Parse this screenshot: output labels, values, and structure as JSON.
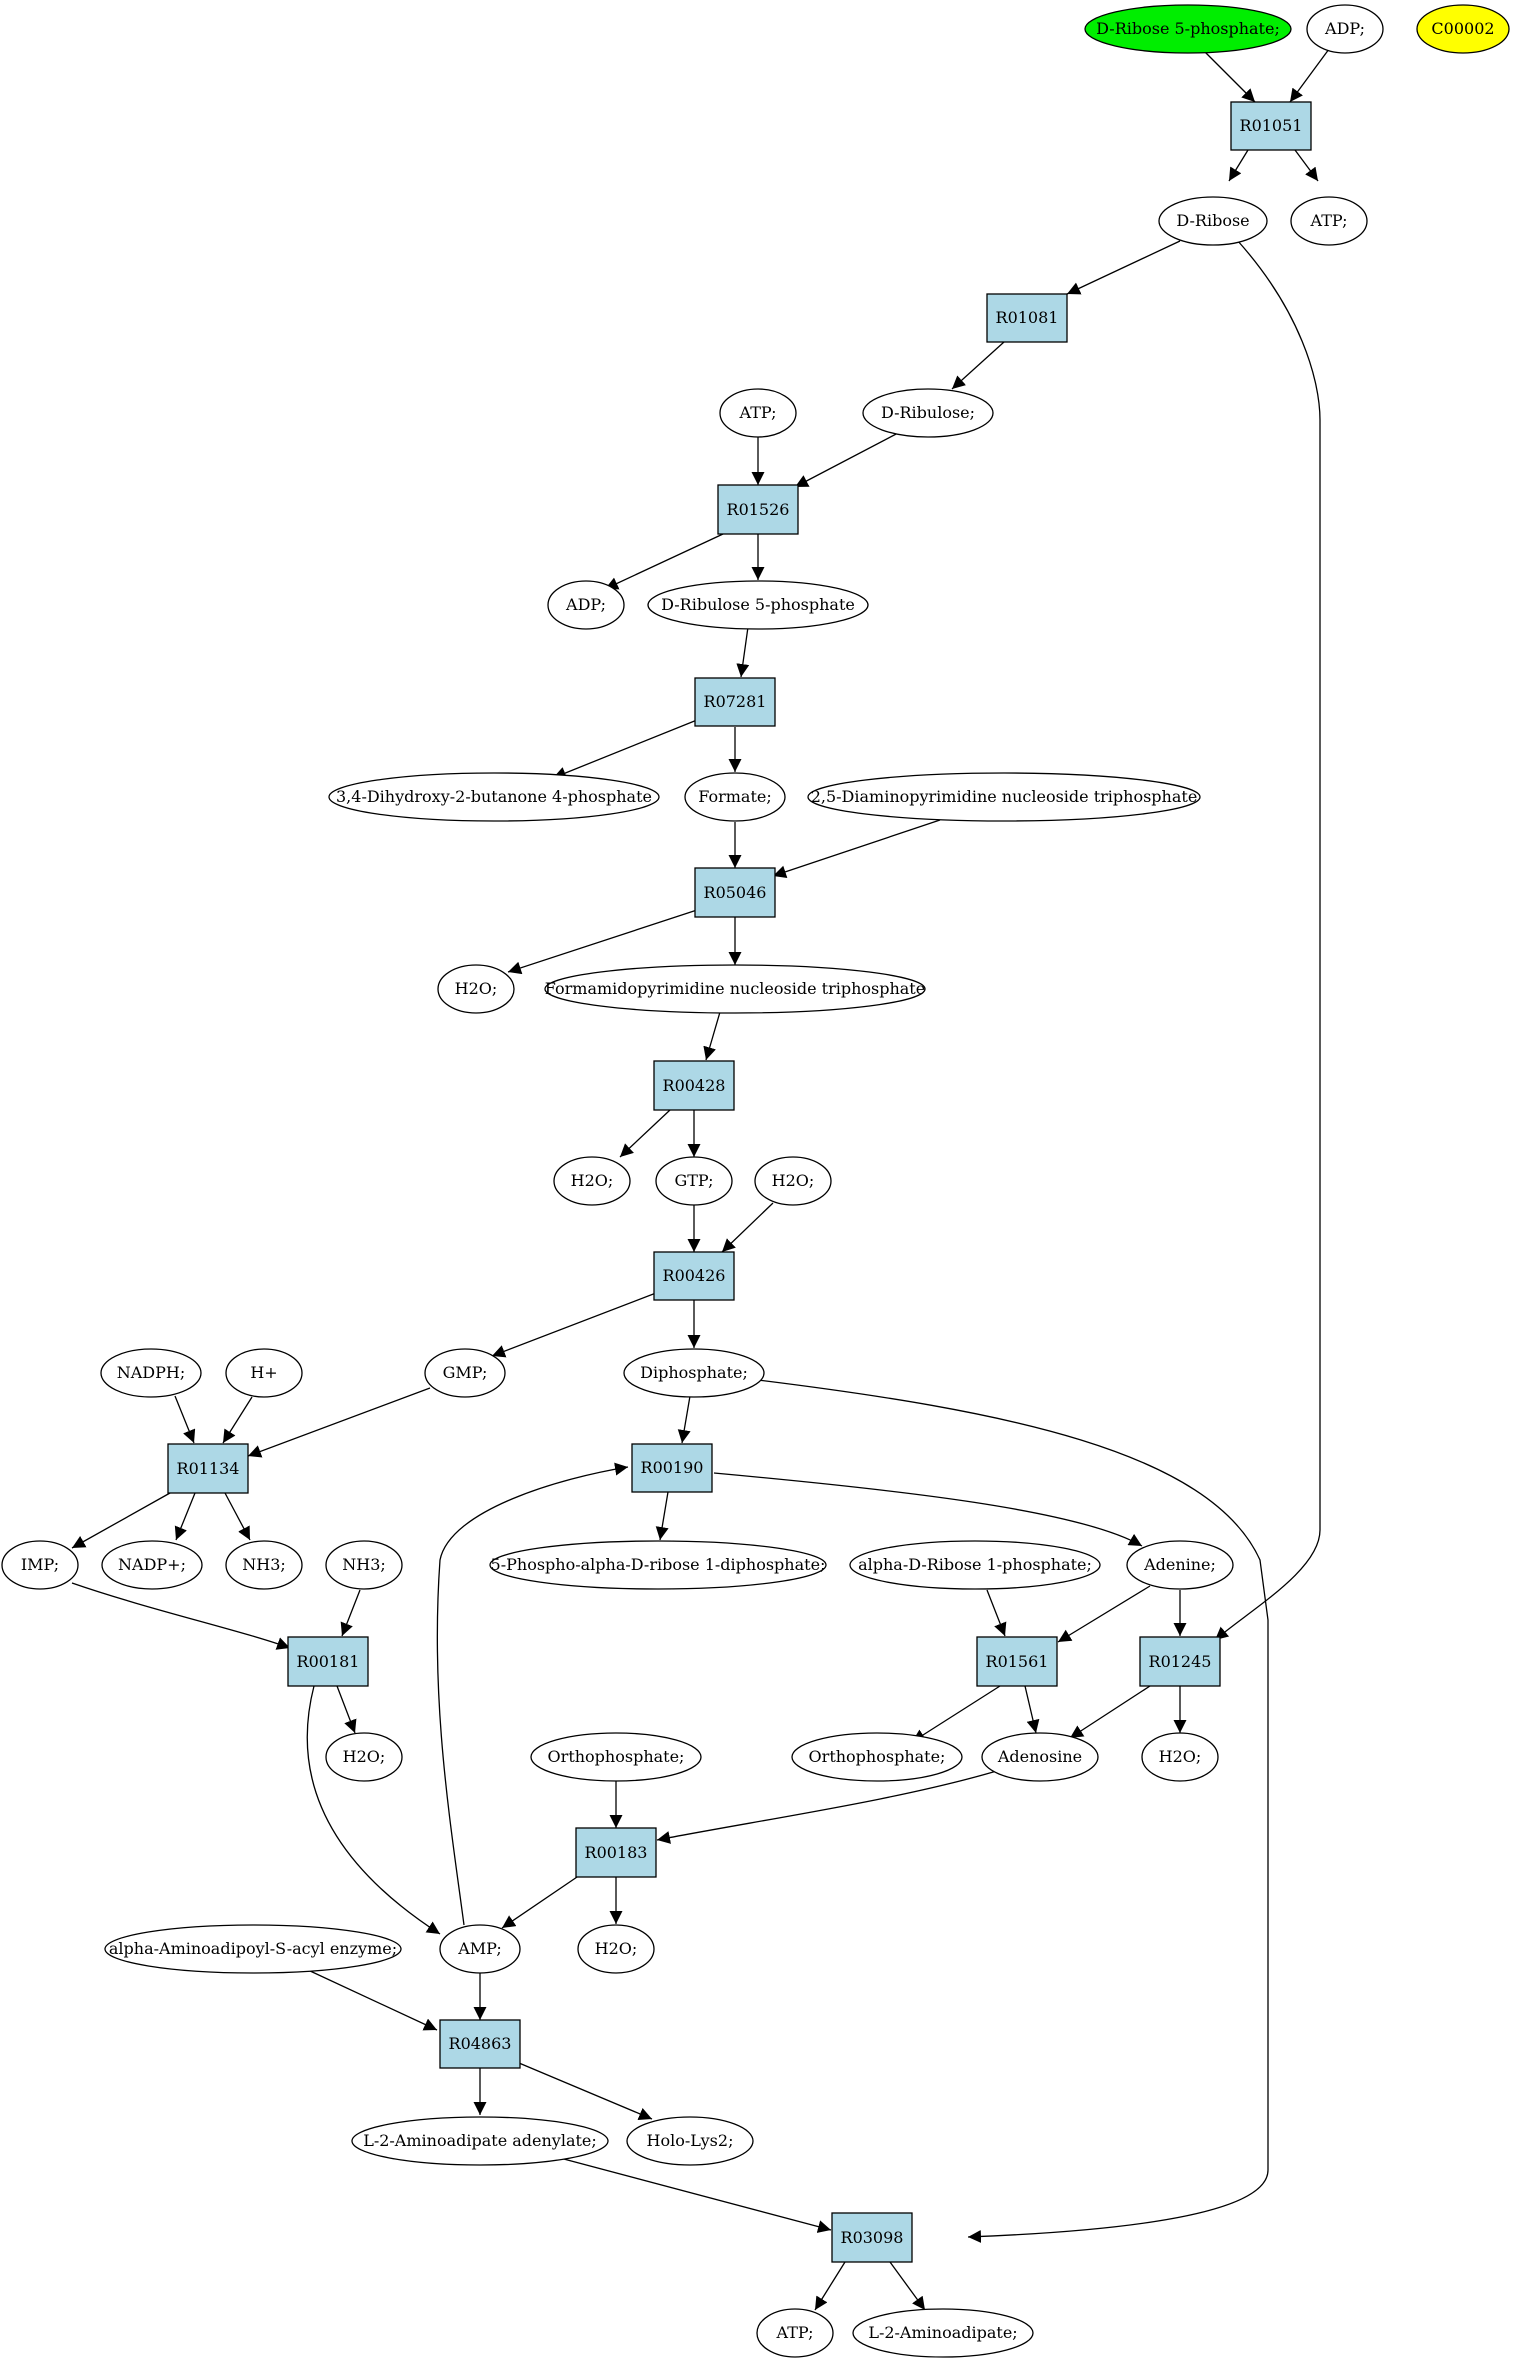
{
  "colors": {
    "reaction_fill": "#add8e6",
    "compound_fill": "#ffffff",
    "start_fill": "#00ee00",
    "target_fill": "#ffff00",
    "stroke": "#000000"
  },
  "reactions": [
    {
      "id": "r01051",
      "label": "R01051"
    },
    {
      "id": "r01081",
      "label": "R01081"
    },
    {
      "id": "r01526",
      "label": "R01526"
    },
    {
      "id": "r07281",
      "label": "R07281"
    },
    {
      "id": "r05046",
      "label": "R05046"
    },
    {
      "id": "r00428",
      "label": "R00428"
    },
    {
      "id": "r00426",
      "label": "R00426"
    },
    {
      "id": "r01134",
      "label": "R01134"
    },
    {
      "id": "r00190",
      "label": "R00190"
    },
    {
      "id": "r00181",
      "label": "R00181"
    },
    {
      "id": "r01561",
      "label": "R01561"
    },
    {
      "id": "r01245",
      "label": "R01245"
    },
    {
      "id": "r00183",
      "label": "R00183"
    },
    {
      "id": "r04863",
      "label": "R04863"
    },
    {
      "id": "r03098",
      "label": "R03098"
    }
  ],
  "compounds": [
    {
      "id": "c-ribose5p",
      "label": "D-Ribose 5-phosphate;",
      "role": "start"
    },
    {
      "id": "c-adp-1",
      "label": "ADP;"
    },
    {
      "id": "c-c00002",
      "label": "C00002",
      "role": "target"
    },
    {
      "id": "c-dribose",
      "label": "D-Ribose"
    },
    {
      "id": "c-atp-1",
      "label": "ATP;"
    },
    {
      "id": "c-atp-2",
      "label": "ATP;"
    },
    {
      "id": "c-dribulose",
      "label": "D-Ribulose;"
    },
    {
      "id": "c-adp-2",
      "label": "ADP;"
    },
    {
      "id": "c-dribulose5p",
      "label": "D-Ribulose 5-phosphate"
    },
    {
      "id": "c-dhbp",
      "label": "3,4-Dihydroxy-2-butanone 4-phosphate"
    },
    {
      "id": "c-formate",
      "label": "Formate;"
    },
    {
      "id": "c-dapnt",
      "label": "2,5-Diaminopyrimidine nucleoside triphosphate"
    },
    {
      "id": "c-h2o-1",
      "label": "H2O;"
    },
    {
      "id": "c-fapynt",
      "label": "Formamidopyrimidine nucleoside triphosphate"
    },
    {
      "id": "c-h2o-2",
      "label": "H2O;"
    },
    {
      "id": "c-gtp",
      "label": "GTP;"
    },
    {
      "id": "c-h2o-3",
      "label": "H2O;"
    },
    {
      "id": "c-nadph",
      "label": "NADPH;"
    },
    {
      "id": "c-hplus",
      "label": "H+"
    },
    {
      "id": "c-gmp",
      "label": "GMP;"
    },
    {
      "id": "c-diphosphate",
      "label": "Diphosphate;"
    },
    {
      "id": "c-imp",
      "label": "IMP;"
    },
    {
      "id": "c-nadpplus",
      "label": "NADP+;"
    },
    {
      "id": "c-nh3-1",
      "label": "NH3;"
    },
    {
      "id": "c-nh3-2",
      "label": "NH3;"
    },
    {
      "id": "c-prpp",
      "label": "5-Phospho-alpha-D-ribose 1-diphosphate;"
    },
    {
      "id": "c-adribose1p",
      "label": "alpha-D-Ribose 1-phosphate;"
    },
    {
      "id": "c-adenine",
      "label": "Adenine;"
    },
    {
      "id": "c-h2o-4",
      "label": "H2O;"
    },
    {
      "id": "c-orthophosphate-1",
      "label": "Orthophosphate;"
    },
    {
      "id": "c-orthophosphate-2",
      "label": "Orthophosphate;"
    },
    {
      "id": "c-adenosine",
      "label": "Adenosine"
    },
    {
      "id": "c-h2o-5",
      "label": "H2O;"
    },
    {
      "id": "c-aminoadipoyl",
      "label": "alpha-Aminoadipoyl-S-acyl enzyme;"
    },
    {
      "id": "c-amp",
      "label": "AMP;"
    },
    {
      "id": "c-h2o-6",
      "label": "H2O;"
    },
    {
      "id": "c-l2aa-adenylate",
      "label": "L-2-Aminoadipate adenylate;"
    },
    {
      "id": "c-holo-lys2",
      "label": "Holo-Lys2;"
    },
    {
      "id": "c-atp-3",
      "label": "ATP;"
    },
    {
      "id": "c-l2aa",
      "label": "L-2-Aminoadipate;"
    }
  ]
}
